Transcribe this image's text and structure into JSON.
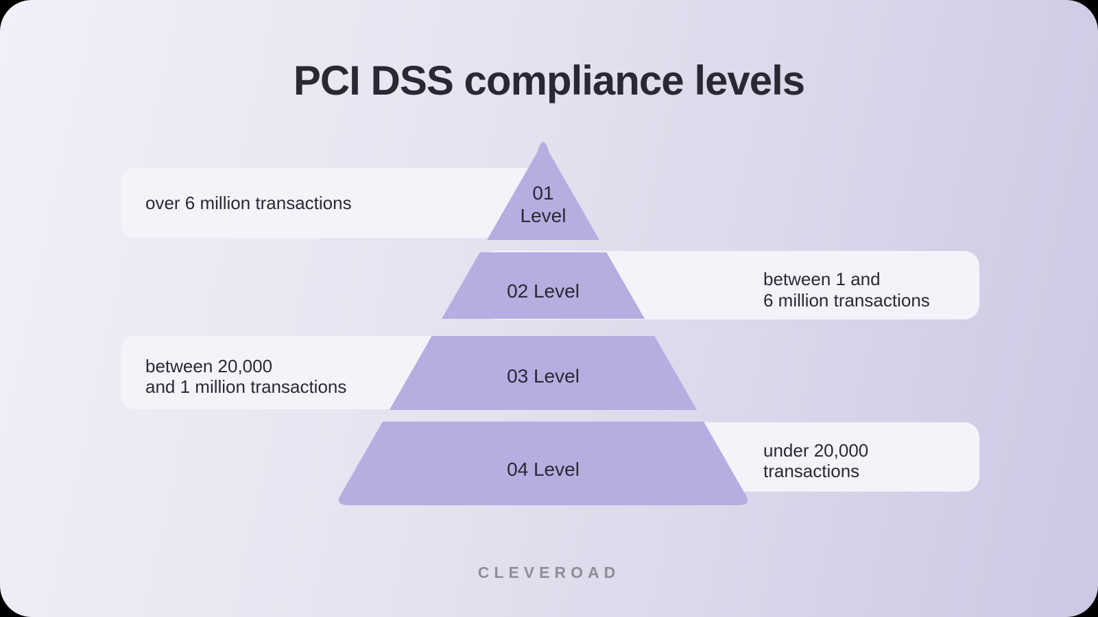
{
  "title": "PCI DSS compliance levels",
  "brand": "CLEVEROAD",
  "pyramid": {
    "levels": [
      {
        "line1": "01",
        "line2": "Level"
      },
      {
        "label": "02 Level"
      },
      {
        "label": "03 Level"
      },
      {
        "label": "04 Level"
      }
    ]
  },
  "annotations": {
    "level1": {
      "side": "left",
      "lines": [
        "over 6 million transactions"
      ]
    },
    "level2": {
      "side": "right",
      "lines": [
        "between 1 and",
        "6 million transactions"
      ]
    },
    "level3": {
      "side": "left",
      "lines": [
        "between 20,000",
        "and 1 million transactions"
      ]
    },
    "level4": {
      "side": "right",
      "lines": [
        "under 20,000",
        "transactions"
      ]
    }
  },
  "colors": {
    "pyramid_fill": "#b4aee1",
    "band_bg": "#f4f3fa",
    "text_dark": "#2a2833",
    "brand_gray": "#8e8d98",
    "card_gradient_start": "#f1f0f8",
    "card_gradient_mid": "#e4e2ef",
    "card_gradient_end": "#cbc9e3"
  }
}
